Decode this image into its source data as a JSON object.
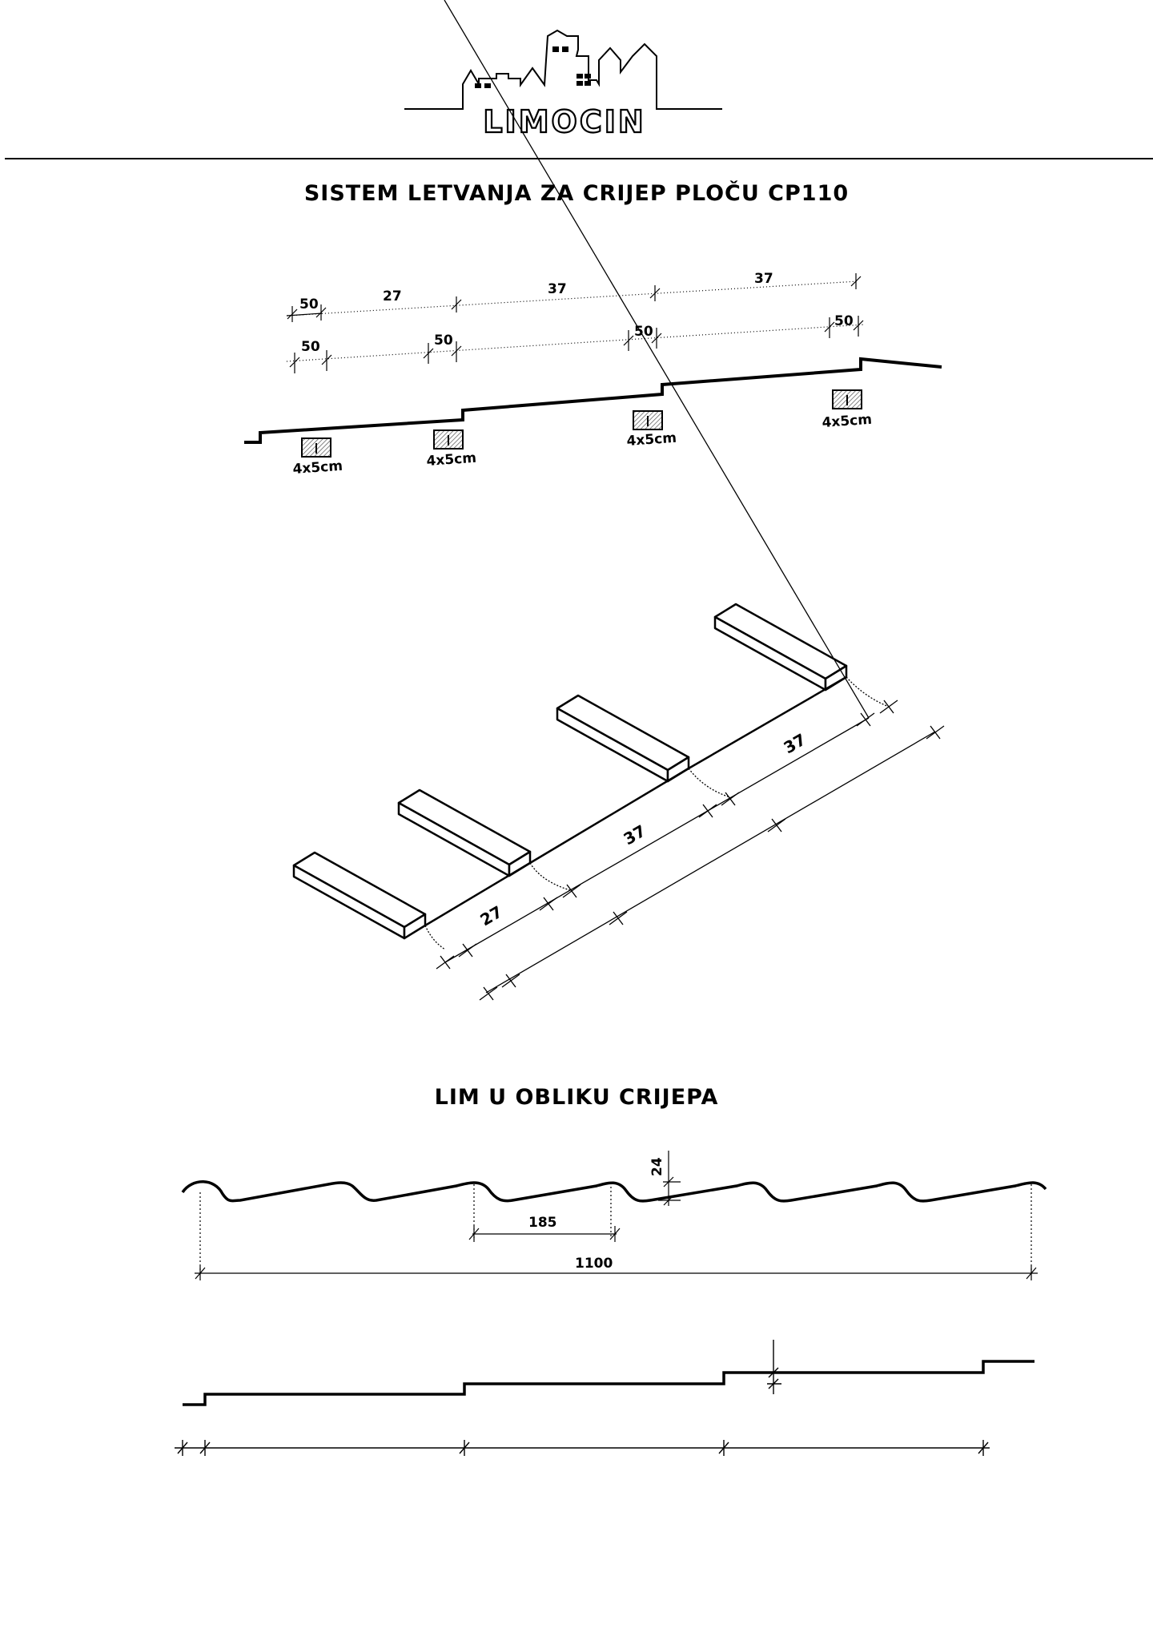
{
  "logo": {
    "text": "LIMOCIN"
  },
  "section1": {
    "title": "SISTEM LETVANJA ZA CRIJEP PLOČU CP110"
  },
  "section2": {
    "title": "LIM U OBLIKU CRIJEPA"
  },
  "profile_view": {
    "top_row_dims": [
      "50",
      "27",
      "37",
      "37"
    ],
    "second_row_dims": [
      "50",
      "50",
      "50",
      "50"
    ],
    "batten_labels": [
      "4x5cm",
      "4x5cm",
      "4x5cm",
      "4x5cm"
    ]
  },
  "iso_view": {
    "dims": [
      "27",
      "37",
      "37"
    ]
  },
  "sheet_view": {
    "wave_pitch": "185",
    "total_width": "1100",
    "step_height": "24"
  }
}
